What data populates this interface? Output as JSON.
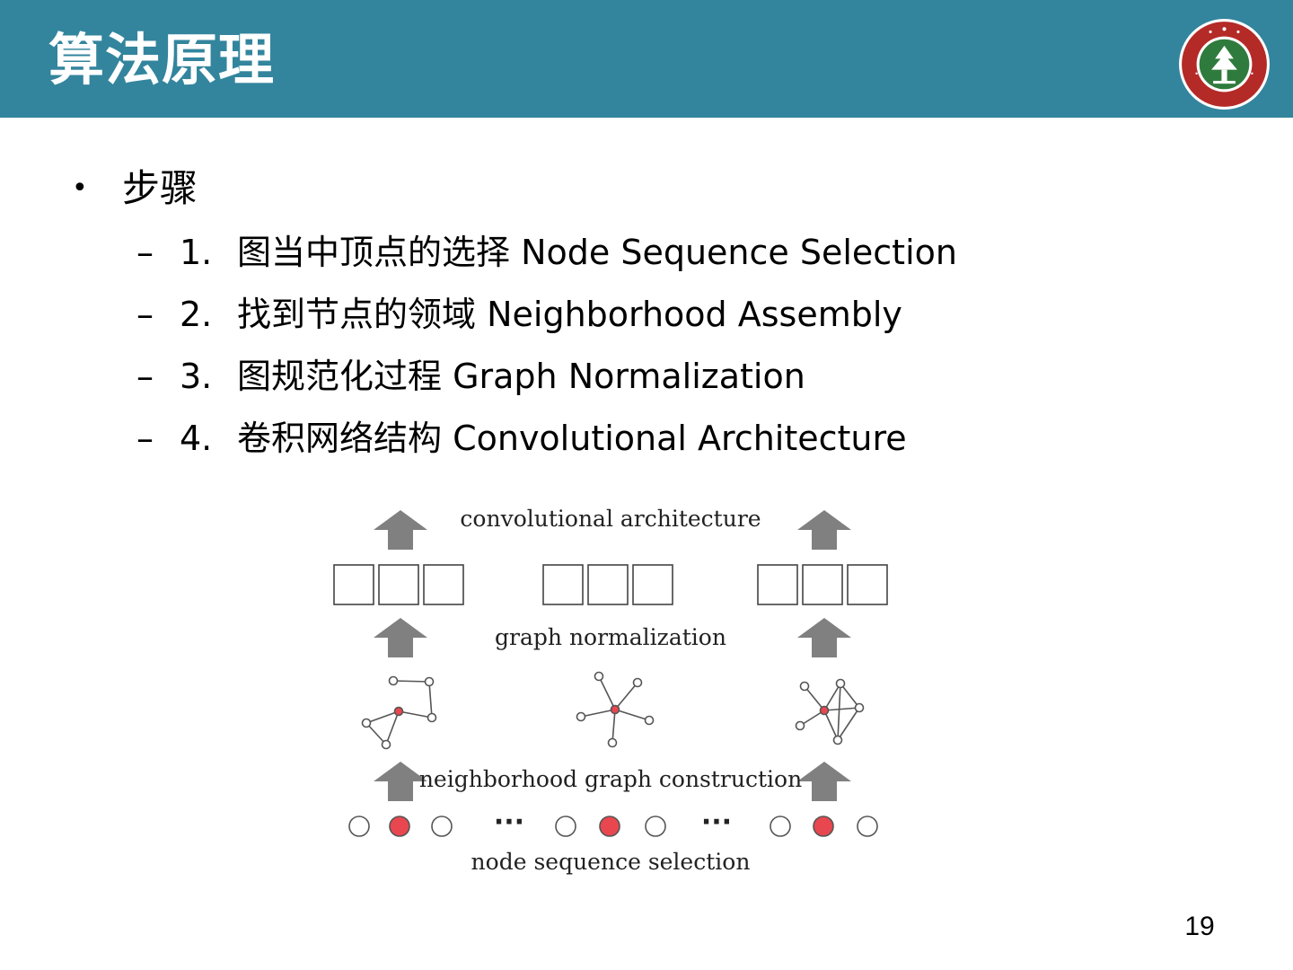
{
  "slide": {
    "title": "算法原理",
    "page_number": "19"
  },
  "bullet": {
    "marker": "•",
    "text": "步骤"
  },
  "steps": [
    {
      "dash": "–",
      "num": "1.",
      "text": "图当中顶点的选择 Node Sequence Selection"
    },
    {
      "dash": "–",
      "num": "2.",
      "text": "找到节点的领域 Neighborhood Assembly"
    },
    {
      "dash": "–",
      "num": "3.",
      "text": "图规范化过程 Graph Normalization"
    },
    {
      "dash": "–",
      "num": "4.",
      "text": "卷积网络结构 Convolutional Architecture"
    }
  ],
  "figure": {
    "labels": {
      "top": "convolutional architecture",
      "mid": "graph normalization",
      "lower": "neighborhood graph construction",
      "bottom": "node sequence selection"
    },
    "ellipsis": "···",
    "colors": {
      "arrow": "#808080",
      "selected_node": "#e8474f",
      "node_border": "#555555"
    }
  },
  "colors": {
    "header_bg": "#33859d",
    "title_text": "#ffffff"
  }
}
